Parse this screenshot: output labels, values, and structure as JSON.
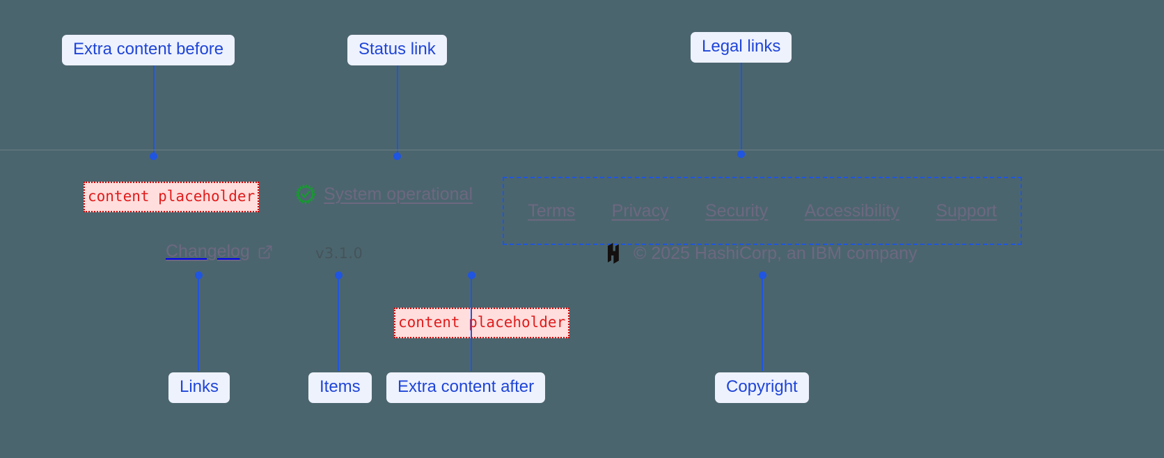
{
  "theme": {
    "page_bg": "#4b656e",
    "callout_bg": "#eef2fd",
    "callout_text": "#1f45d8",
    "leader": "#1f55e0",
    "placeholder_bg": "#ffdedd",
    "placeholder_border": "#d00000",
    "placeholder_text": "#e01b1b",
    "link_text": "#6d6880",
    "status_ok": "#169b2f",
    "divider": "#6f7f88"
  },
  "footer": {
    "extra_content_before": "content placeholder",
    "extra_content_after": "content placeholder",
    "status": {
      "icon": "check-circle-icon",
      "label": "System operational"
    },
    "legal_links": [
      {
        "label": "Terms"
      },
      {
        "label": "Privacy"
      },
      {
        "label": "Security"
      },
      {
        "label": "Accessibility"
      },
      {
        "label": "Support"
      }
    ],
    "changelog": {
      "label": "Changelog",
      "icon": "external-link-icon"
    },
    "version": "v3.1.0",
    "copyright": {
      "logo": "hashicorp-logo",
      "text": "© 2025 HashiCorp, an IBM company"
    }
  },
  "annotations": [
    {
      "id": "extra-before",
      "label": "Extra content before"
    },
    {
      "id": "status-link",
      "label": "Status link"
    },
    {
      "id": "legal-links",
      "label": "Legal links"
    },
    {
      "id": "links",
      "label": "Links"
    },
    {
      "id": "items",
      "label": "Items"
    },
    {
      "id": "extra-after",
      "label": "Extra content after"
    },
    {
      "id": "copyright",
      "label": "Copyright"
    }
  ]
}
